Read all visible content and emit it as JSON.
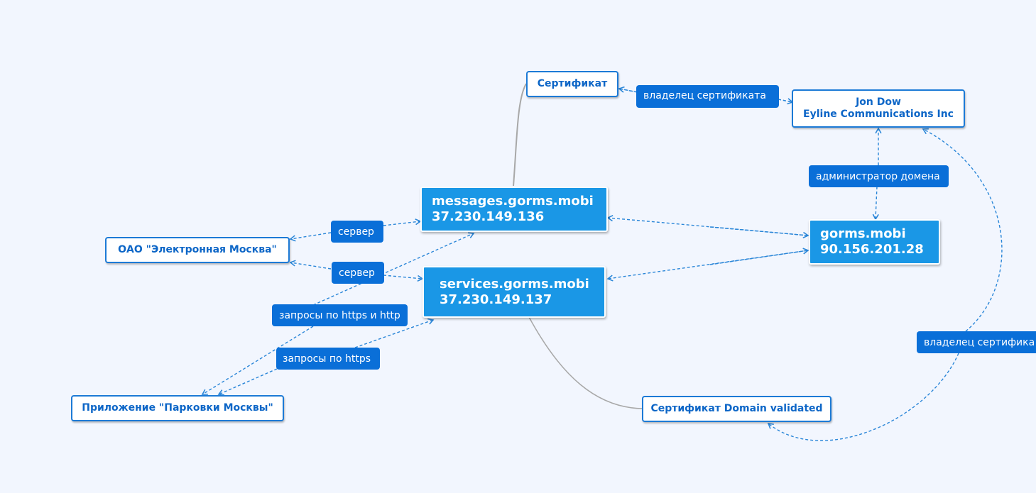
{
  "nodes": {
    "certificate": "Сертификат",
    "owner_line1": "Jon Dow",
    "owner_line2": "Eyline Communications Inc",
    "messages_host": "messages.gorms.mobi",
    "messages_ip": "37.230.149.136",
    "services_host": "services.gorms.mobi",
    "services_ip": "37.230.149.137",
    "domain_host": "gorms.mobi",
    "domain_ip": "90.156.201.28",
    "oao": "ОАО \"Электронная Москва\"",
    "app": "Приложение \"Парковки Москвы\"",
    "dv_cert": "Сертификат Domain validated"
  },
  "labels": {
    "cert_owner": "владелец сертификата",
    "domain_admin": "администратор домена",
    "server_1": "сервер",
    "server_2": "сервер",
    "https_http": "запросы по https и http",
    "https": "запросы по https",
    "cert_owner_clipped": "владелец сертифика"
  },
  "colors": {
    "background": "#f2f6fe",
    "node_border": "#1c7ad6",
    "node_text": "#0d66c7",
    "blue_node": "#1a97e6",
    "label_bg": "#0a6fd8",
    "connector": "#2a86d8",
    "branch_line": "#aaaaaa"
  }
}
